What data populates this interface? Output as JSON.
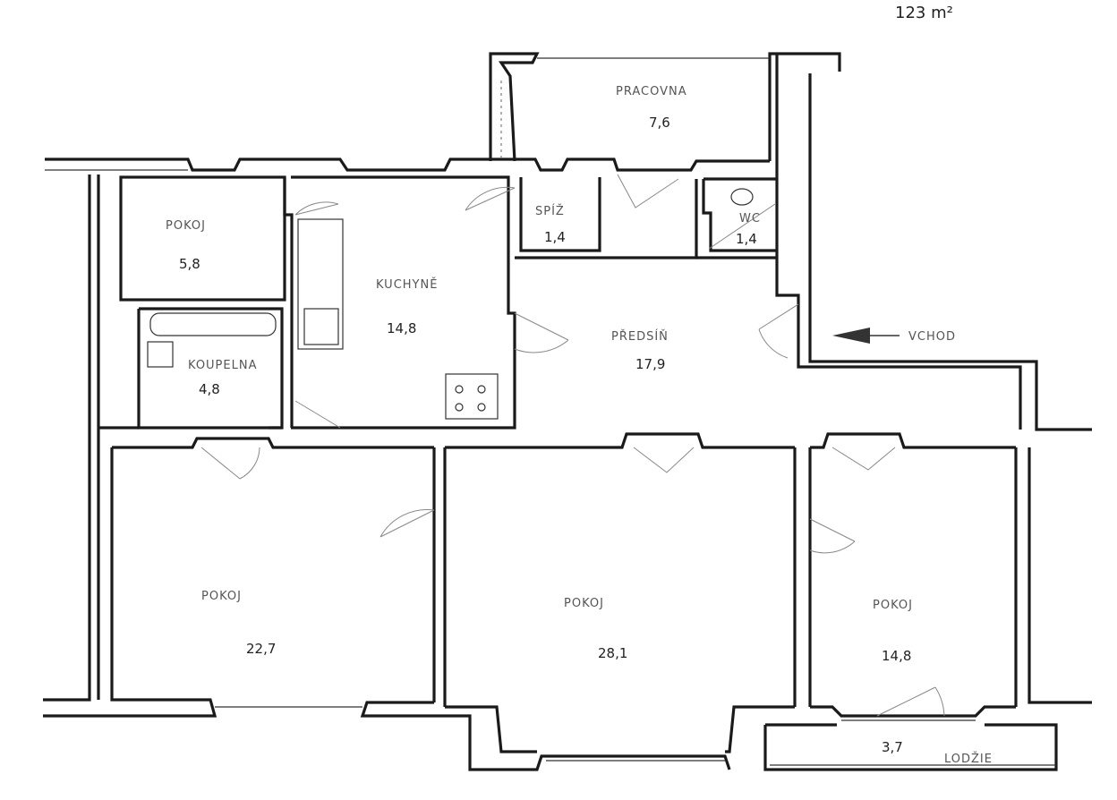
{
  "total_area": "123 m²",
  "rooms": {
    "pracovna": {
      "name": "PRACOVNA",
      "area": "7,6"
    },
    "pokoj_small": {
      "name": "POKOJ",
      "area": "5,8"
    },
    "kuchyne": {
      "name": "KUCHYNĚ",
      "area": "14,8"
    },
    "spiz": {
      "name": "SPÍŽ",
      "area": "1,4"
    },
    "wc": {
      "name": "WC",
      "area": "1,4"
    },
    "predsin": {
      "name": "PŘEDSÍŇ",
      "area": "17,9"
    },
    "koupelna": {
      "name": "KOUPELNA",
      "area": "4,8"
    },
    "pokoj_left": {
      "name": "POKOJ",
      "area": "22,7"
    },
    "pokoj_center": {
      "name": "POKOJ",
      "area": "28,1"
    },
    "pokoj_right": {
      "name": "POKOJ",
      "area": "14,8"
    },
    "lodzie": {
      "name": "LODŽIE",
      "area": "3,7"
    }
  },
  "entrance": {
    "label": "VCHOD"
  }
}
